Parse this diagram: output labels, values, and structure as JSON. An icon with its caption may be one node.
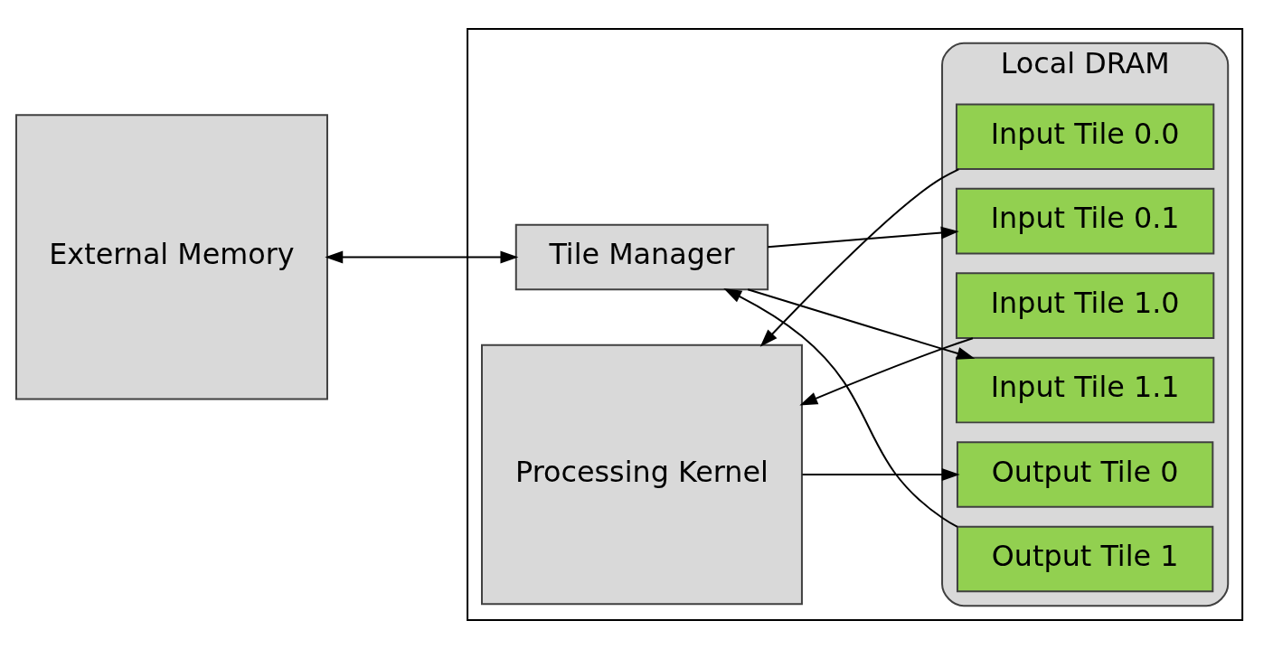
{
  "diagram": {
    "nodes": [
      {
        "text": [
          "External Memory"
        ]
      },
      {
        "text": [],
        "shape": "box"
      },
      {
        "text": [
          "Processing Kernel"
        ],
        "in": 1
      },
      {
        "text": [
          "Tile Manager"
        ],
        "in": 1
      },
      {
        "text": [
          "Local DRAM"
        ],
        "in": 1
      },
      {
        "text": [
          "Input Tile 0.0"
        ],
        "in": 4
      },
      {
        "text": [
          "Input Tile 0.1"
        ],
        "in": 4
      },
      {
        "text": [
          "Input Tile 1.0"
        ],
        "in": 4
      },
      {
        "text": [
          "Input Tile 1.1"
        ],
        "in": 4
      },
      {
        "text": [
          "Output Tile 0"
        ],
        "in": 4
      },
      {
        "text": [
          "Output Tile 1"
        ],
        "in": 4
      }
    ],
    "edges": [
      {
        "from": 0,
        "to": 3,
        "arrow": "both"
      },
      {
        "from": 5,
        "to": 2,
        "arrow": "to"
      },
      {
        "from": 3,
        "to": 6,
        "arrow": "to"
      },
      {
        "from": 7,
        "to": 2,
        "arrow": "to"
      },
      {
        "from": 3,
        "to": 8,
        "arrow": "to"
      },
      {
        "from": 2,
        "to": 9,
        "arrow": "to"
      },
      {
        "from": 10,
        "to": 3,
        "arrow": "to"
      }
    ]
  }
}
